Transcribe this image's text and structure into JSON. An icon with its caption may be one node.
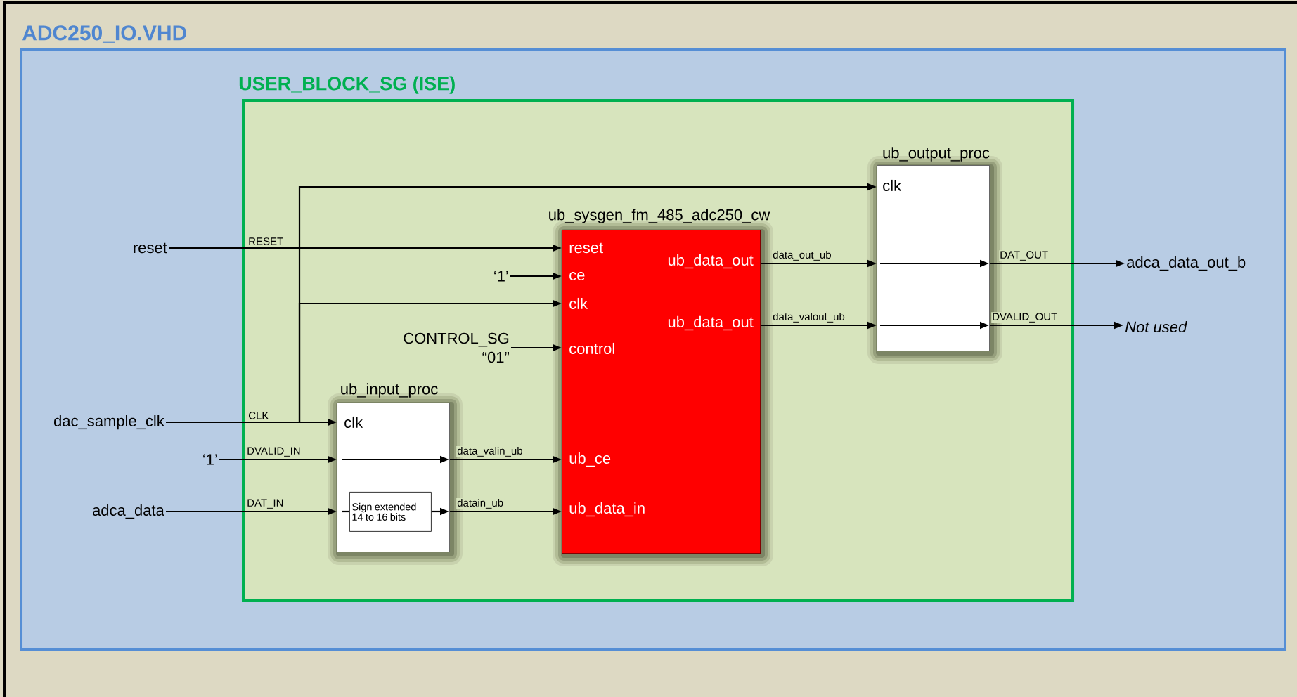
{
  "diagram": {
    "nodes": [
      {
        "text": [
          "ADC250_IO.VHD"
        ]
      },
      {
        "text": [
          "USER_BLOCK_SG (ISE)"
        ],
        "in": 0
      },
      {
        "text": [
          "ub_input_proc",
          "clk"
        ],
        "in": 1
      },
      {
        "text": [
          "Sign extended 14 to 16 bits"
        ],
        "in": 2
      },
      {
        "text": [
          "ub_sysgen_fm_485_adc250_cw",
          "reset",
          "ce",
          "clk",
          "control",
          "ub_data_out",
          "ub_data_out",
          "ub_ce",
          "ub_data_in"
        ],
        "in": 1
      },
      {
        "text": [
          "ub_output_proc",
          "clk"
        ],
        "in": 1
      },
      {
        "text": [
          "reset"
        ],
        "in": 0
      },
      {
        "text": [
          "dac_sample_clk"
        ],
        "in": 0
      },
      {
        "text": [
          "‘1’"
        ],
        "in": 0
      },
      {
        "text": [
          "adca_data"
        ],
        "in": 0
      },
      {
        "text": [
          "‘1’"
        ],
        "in": 1
      },
      {
        "text": [
          "CONTROL_SG “01”"
        ],
        "in": 1
      },
      {
        "text": [
          "adca_data_out_b"
        ],
        "in": 0
      },
      {
        "text": [
          "Not used"
        ],
        "in": 0
      }
    ],
    "edges": [
      {
        "from": 6,
        "to": 4,
        "arrow": "to",
        "label": "RESET"
      },
      {
        "from": 7,
        "to": 2,
        "arrow": "to",
        "label": "CLK"
      },
      {
        "from": 7,
        "to": 4,
        "arrow": "to"
      },
      {
        "from": 7,
        "to": 5,
        "arrow": "to"
      },
      {
        "from": 8,
        "to": 2,
        "arrow": "to",
        "label": "DVALID_IN"
      },
      {
        "from": 9,
        "to": 2,
        "arrow": "to",
        "label": "DAT_IN"
      },
      {
        "from": null,
        "to": 3,
        "arrow": "none"
      },
      {
        "from": 3,
        "to": null,
        "arrow": "to"
      },
      {
        "from": 2,
        "to": 4,
        "arrow": "to",
        "label": "data_valin_ub"
      },
      {
        "from": 2,
        "to": 4,
        "arrow": "to",
        "label": "datain_ub"
      },
      {
        "from": 10,
        "to": 4,
        "arrow": "to"
      },
      {
        "from": 11,
        "to": 4,
        "arrow": "to"
      },
      {
        "from": 4,
        "to": 5,
        "arrow": "to",
        "label": "data_out_ub"
      },
      {
        "from": 4,
        "to": 5,
        "arrow": "to",
        "label": "data_valout_ub"
      },
      {
        "from": 5,
        "to": 12,
        "arrow": "to",
        "label": "DAT_OUT"
      },
      {
        "from": 5,
        "to": 13,
        "arrow": "to",
        "label": "DVALID_OUT"
      }
    ]
  }
}
